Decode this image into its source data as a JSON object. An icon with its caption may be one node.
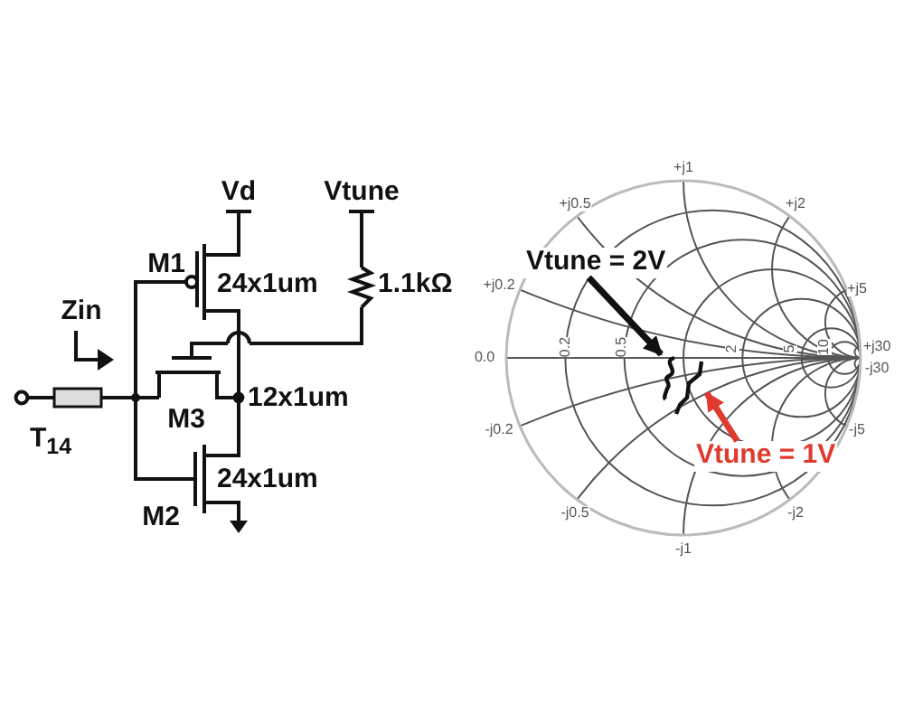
{
  "diagram": {
    "nodes": [
      {
        "text": [
          "Vtune = 2V"
        ]
      },
      {
        "text": [],
        "shape": "curve"
      },
      {
        "text": [
          "Vtune = 1V"
        ]
      },
      {
        "text": [],
        "shape": "curve"
      }
    ],
    "edges": [
      {
        "from": 0,
        "to": 1,
        "arrow": "to"
      },
      {
        "from": 2,
        "to": 3,
        "arrow": "to",
        "color": "#e03a2e"
      }
    ],
    "labels": [
      "Vd",
      "Vtune",
      "M1",
      "24x1um",
      "1.1kΩ",
      "Zin",
      "M3",
      "12x1um",
      "T$_{14}$",
      "24x1um",
      "M2",
      "+j1",
      "+j0.5",
      "+j2",
      "+j0.2",
      "+j5",
      "0.0",
      "0.2",
      "0.5",
      "2",
      "5",
      "10",
      "+j30",
      "-j30",
      "-j0.2",
      "-j5",
      "-j0.5",
      "-j2",
      "-j1"
    ]
  }
}
